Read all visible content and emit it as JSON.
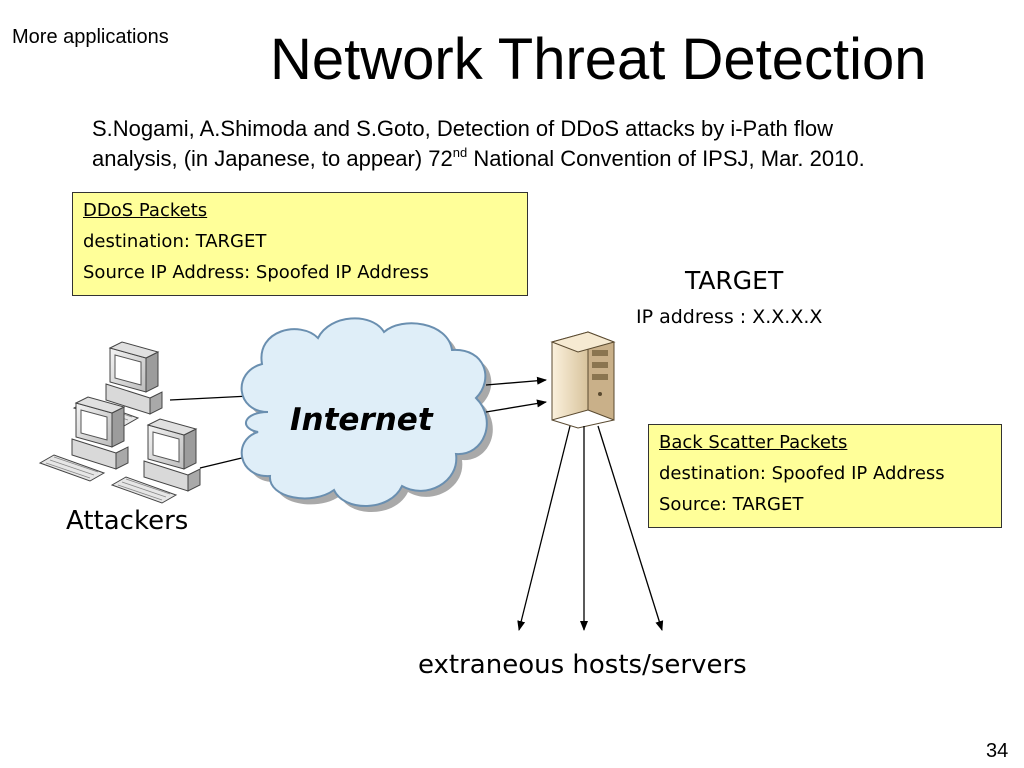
{
  "header": {
    "more_applications": "More applications",
    "title": "Network Threat Detection"
  },
  "reference": {
    "line1": "S.Nogami, A.Shimoda and S.Goto, Detection of DDoS attacks by i-Path flow",
    "line2_pre": "analysis, (in Japanese, to appear) 72",
    "line2_sup": "nd",
    "line2_post": " National Convention of IPSJ, Mar. 2010."
  },
  "ddos_box": {
    "heading": "DDoS  Packets",
    "line1": "destination: TARGET",
    "line2": "Source IP Address:  Spoofed IP Address"
  },
  "target": {
    "label": "TARGET",
    "ip": "IP address  : X.X.X.X"
  },
  "cloud": {
    "label": "Internet"
  },
  "backscatter_box": {
    "heading": "Back   Scatter Packets",
    "line1": "destination: Spoofed IP Address",
    "line2": "Source:  TARGET"
  },
  "attackers_label": "Attackers",
  "hosts_label": "extraneous hosts/servers",
  "page_number": "34",
  "colors": {
    "note_fill": "#ffff99",
    "cloud_fill": "#dfeef8",
    "cloud_stroke": "#6a8fb0",
    "server_body": "#f2e3c6"
  },
  "icons": [
    "desktop-computer-icon",
    "server-icon",
    "cloud-icon"
  ]
}
